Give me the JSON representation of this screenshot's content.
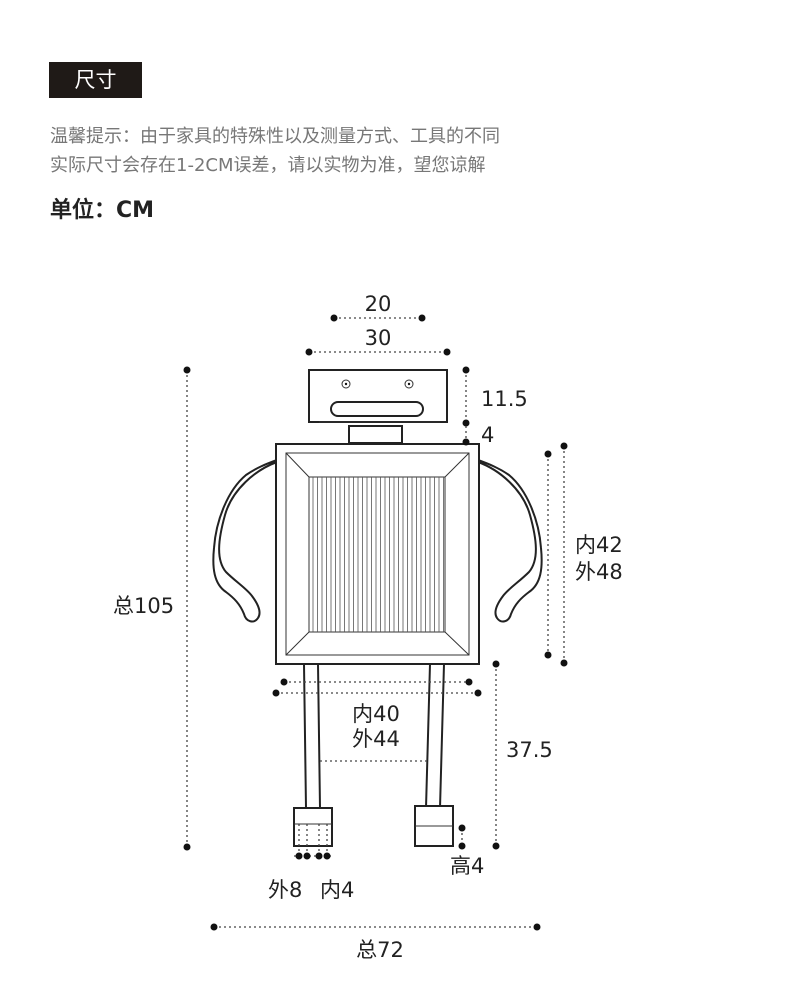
{
  "header": {
    "title": "尺寸",
    "notice_line1": "温馨提示：由于家具的特殊性以及测量方式、工具的不同",
    "notice_line2": "实际尺寸会存在1-2CM误差，请以实物为准，望您谅解",
    "unit_label": "单位：CM"
  },
  "dimensions": {
    "head_inner_width": "20",
    "head_outer_width": "30",
    "head_height": "11.5",
    "neck_height": "4",
    "frame_height_inner": "内42",
    "frame_height_outer": "外48",
    "total_height": "总105",
    "leg_span_inner": "内40",
    "leg_span_outer": "外44",
    "leg_height": "37.5",
    "foot_height": "高4",
    "foot_width_outer": "外8",
    "foot_width_inner": "内4",
    "total_width": "总72"
  }
}
